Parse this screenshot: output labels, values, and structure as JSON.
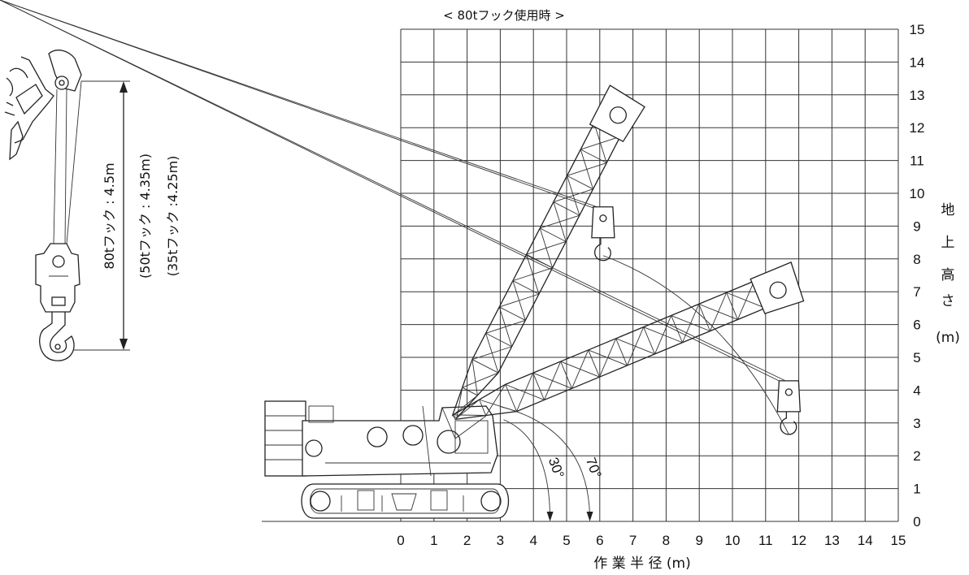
{
  "title": "< 80tフック使用時 >",
  "x_axis": {
    "label": "作 業 半 径 (m)",
    "ticks": [
      "0",
      "1",
      "2",
      "3",
      "4",
      "5",
      "6",
      "7",
      "8",
      "9",
      "10",
      "11",
      "12",
      "13",
      "14",
      "15"
    ]
  },
  "y_axis": {
    "label_chars": [
      "地",
      "上",
      "高",
      "さ"
    ],
    "unit": "(m)",
    "ticks": [
      "0",
      "1",
      "2",
      "3",
      "4",
      "5",
      "6",
      "7",
      "8",
      "9",
      "10",
      "11",
      "12",
      "13",
      "14",
      "15"
    ]
  },
  "hook_labels": {
    "h80": "80tフック : 4.5m",
    "h50": "(50tフック : 4.35m)",
    "h35": "(35tフック :4.25m)"
  },
  "angle_labels": {
    "a30": "30°",
    "a70": "70°"
  },
  "boom_positions": {
    "high_boom": {
      "tip_radius_m": 6.5,
      "tip_height_m": 12.8,
      "hook_radius_m": 6.1,
      "hook_height_m": 8.1
    },
    "low_boom": {
      "tip_radius_m": 11.6,
      "tip_height_m": 7.4,
      "hook_radius_m": 11.7,
      "hook_height_m": 2.8
    }
  }
}
